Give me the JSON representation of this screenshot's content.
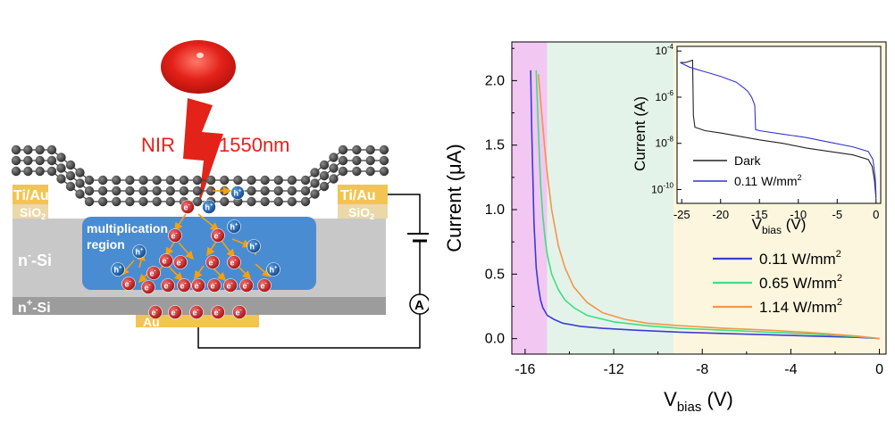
{
  "colors": {
    "laser": "#e32219",
    "gold": "#f4c451",
    "oxide": "#ead9a6",
    "nsi": "#c8c8c8",
    "npsi": "#9c9c9c",
    "multiplication": "#4a8cd1",
    "electron": "#c21a1a",
    "hole": "#1b5fa8",
    "arrow": "#f2a10f",
    "graphene": "#3c3c3c",
    "band_pink": "#f2c7f2",
    "band_green": "#e4f3e9",
    "band_yellow": "#fbf6dd",
    "series_low": "#3b3bd6",
    "series_mid": "#3be084",
    "series_high": "#f2964a",
    "dark": "#222222",
    "inset_light": "#3434d0"
  },
  "schematic": {
    "light_label": "NIR",
    "wavelength_label": "1550nm",
    "contact_label": "Ti/Au",
    "oxide_label": "SiO",
    "oxide_sub": "2",
    "nsi_label": "n",
    "nsi_sup": "-",
    "nsi_suffix": "-Si",
    "npsi_label": "n",
    "npsi_sup": "+",
    "npsi_suffix": "-Si",
    "region_line1": "multiplication",
    "region_line2": "region",
    "bottom_contact_label": "Au",
    "ammeter_label": "A",
    "electron_label": "e",
    "electron_sup": "-",
    "hole_label": "h",
    "hole_sup": "+"
  },
  "chart_data": [
    {
      "type": "line",
      "xlabel": "V",
      "xlabel_sub": "bias",
      "xlabel_unit": " (V)",
      "ylabel": "Current (μA)",
      "xlim": [
        -16.6,
        0.3
      ],
      "ylim": [
        -0.12,
        2.3
      ],
      "xticks": [
        -16,
        -12,
        -8,
        -4,
        0
      ],
      "yticks": [
        0.0,
        0.5,
        1.0,
        1.5,
        2.0
      ],
      "ytick_labels": [
        "0.0",
        "0.5",
        "1.0",
        "1.5",
        "2.0"
      ],
      "bands": [
        {
          "from": -16.6,
          "to": -15.0,
          "color": "#f2c7f2"
        },
        {
          "from": -15.0,
          "to": -9.3,
          "color": "#e4f3e9"
        },
        {
          "from": -9.3,
          "to": 0.3,
          "color": "#fbf6dd"
        }
      ],
      "legend_position": "bottom-right",
      "series": [
        {
          "name": "0.11 W/mm",
          "sup": "2",
          "color": "#3b3bd6",
          "x": [
            -15.75,
            -15.7,
            -15.6,
            -15.5,
            -15.4,
            -15.3,
            -15.2,
            -15.0,
            -14.7,
            -14.3,
            -13.5,
            -12.5,
            -11.0,
            -9.0,
            -7.0,
            -5.0,
            -3.0,
            -1.0,
            0.0
          ],
          "y": [
            2.08,
            1.62,
            0.9,
            0.55,
            0.4,
            0.3,
            0.24,
            0.18,
            0.15,
            0.12,
            0.095,
            0.08,
            0.065,
            0.05,
            0.04,
            0.03,
            0.02,
            0.01,
            0.0
          ]
        },
        {
          "name": "0.65 W/mm",
          "sup": "2",
          "color": "#3be084",
          "x": [
            -15.5,
            -15.45,
            -15.4,
            -15.3,
            -15.2,
            -15.1,
            -15.0,
            -14.8,
            -14.5,
            -14.2,
            -13.8,
            -13.2,
            -12.0,
            -10.5,
            -9.0,
            -7.0,
            -5.0,
            -3.0,
            -1.0,
            0.0
          ],
          "y": [
            2.08,
            1.85,
            1.6,
            1.2,
            0.95,
            0.78,
            0.65,
            0.5,
            0.38,
            0.3,
            0.24,
            0.18,
            0.13,
            0.1,
            0.08,
            0.065,
            0.05,
            0.035,
            0.015,
            0.0
          ]
        },
        {
          "name": "1.14 W/mm",
          "sup": "2",
          "color": "#f2964a",
          "x": [
            -15.4,
            -15.35,
            -15.3,
            -15.2,
            -15.1,
            -15.0,
            -14.8,
            -14.5,
            -14.2,
            -13.8,
            -13.2,
            -12.5,
            -11.5,
            -10.5,
            -9.0,
            -7.0,
            -5.0,
            -3.0,
            -1.0,
            0.0
          ],
          "y": [
            2.05,
            1.95,
            1.85,
            1.65,
            1.45,
            1.28,
            1.0,
            0.72,
            0.55,
            0.4,
            0.28,
            0.2,
            0.15,
            0.12,
            0.1,
            0.08,
            0.065,
            0.045,
            0.02,
            0.0
          ]
        }
      ]
    },
    {
      "type": "line",
      "scale": "log",
      "xlabel": "V",
      "xlabel_sub": "bias",
      "xlabel_unit": " (V)",
      "ylabel": "Current (A)",
      "xlim": [
        -25.6,
        0.6
      ],
      "ylim_exp": [
        -10.6,
        -3.8
      ],
      "xticks": [
        -25,
        -20,
        -15,
        -10,
        -5,
        0
      ],
      "yticks_exp": [
        -10,
        -8,
        -6,
        -4
      ],
      "ytick_base": "10",
      "legend_position": "bottom-left",
      "series": [
        {
          "name": "Dark",
          "color": "#222222",
          "x": [
            -25.2,
            -24.5,
            -23.6,
            -23.5,
            -23.3,
            -22.0,
            -20.0,
            -17.5,
            -15.0,
            -12.0,
            -9.0,
            -6.0,
            -3.0,
            -1.0,
            -0.5,
            -0.2,
            0.0
          ],
          "y_exp": [
            -4.5,
            -4.5,
            -4.4,
            -6.8,
            -7.3,
            -7.45,
            -7.55,
            -7.7,
            -7.85,
            -8.0,
            -8.2,
            -8.35,
            -8.5,
            -8.7,
            -9.0,
            -9.6,
            -10.4
          ]
        },
        {
          "name": "0.11 W/mm",
          "sup": "2",
          "color": "#3434d0",
          "x": [
            -25.2,
            -24.0,
            -22.0,
            -20.0,
            -18.0,
            -17.0,
            -16.5,
            -16.0,
            -15.6,
            -15.5,
            -15.0,
            -12.0,
            -9.0,
            -6.0,
            -3.0,
            -1.0,
            -0.4,
            -0.1,
            0.0
          ],
          "y_exp": [
            -4.5,
            -4.7,
            -4.9,
            -5.1,
            -5.35,
            -5.6,
            -5.75,
            -6.0,
            -6.35,
            -7.4,
            -7.45,
            -7.6,
            -7.75,
            -7.95,
            -8.15,
            -8.35,
            -8.7,
            -9.5,
            -10.3
          ]
        }
      ]
    }
  ]
}
